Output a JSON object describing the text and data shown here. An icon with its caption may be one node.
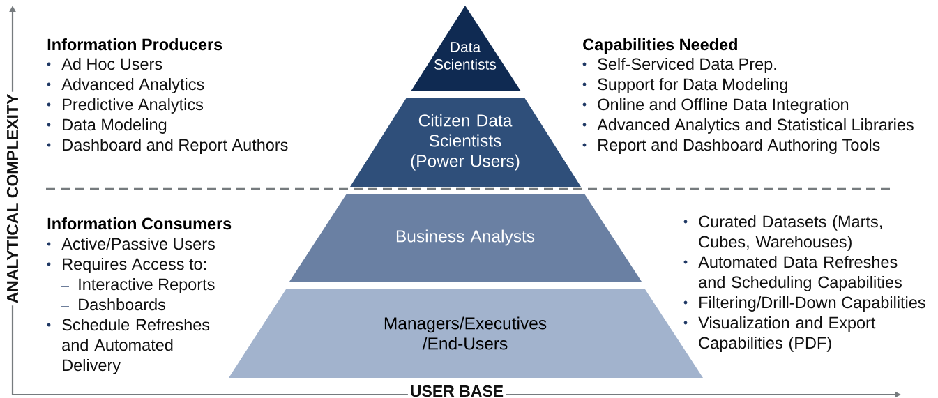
{
  "diagram": {
    "nodes": [
      {
        "text": [
          "Data Scientists"
        ]
      },
      {
        "text": [
          "Citizen Data Scientists (Power Users)"
        ]
      },
      {
        "text": [
          "Business Analysts"
        ]
      },
      {
        "text": [
          "Managers/Executives /End-Users"
        ]
      }
    ],
    "labels": [
      "ANALYTICAL COMPLEXITY",
      "Information Producers",
      "Ad Hoc Users",
      "Advanced Analytics",
      "Predictive Analytics",
      "Data Modeling",
      "Dashboard and Report Authors",
      "Capabilities Needed",
      "Self-Serviced Data Prep.",
      "Support for Data Modeling",
      "Online and Offline Data Integration",
      "Advanced Analytics and Statistical Libraries",
      "Report and Dashboard Authoring Tools",
      "Information Consumers",
      "Active/Passive Users",
      "Requires Access to:",
      "Interactive Reports",
      "Dashboards",
      "Schedule Refreshes and Automated Delivery",
      "Curated Datasets (Marts, Cubes, Warehouses)",
      "Automated Data Refreshes and Scheduling Capabilities",
      "Filtering/Drill-Down Capabilities",
      "Visualization and Export Capabilities (PDF)",
      "USER BASE"
    ]
  }
}
